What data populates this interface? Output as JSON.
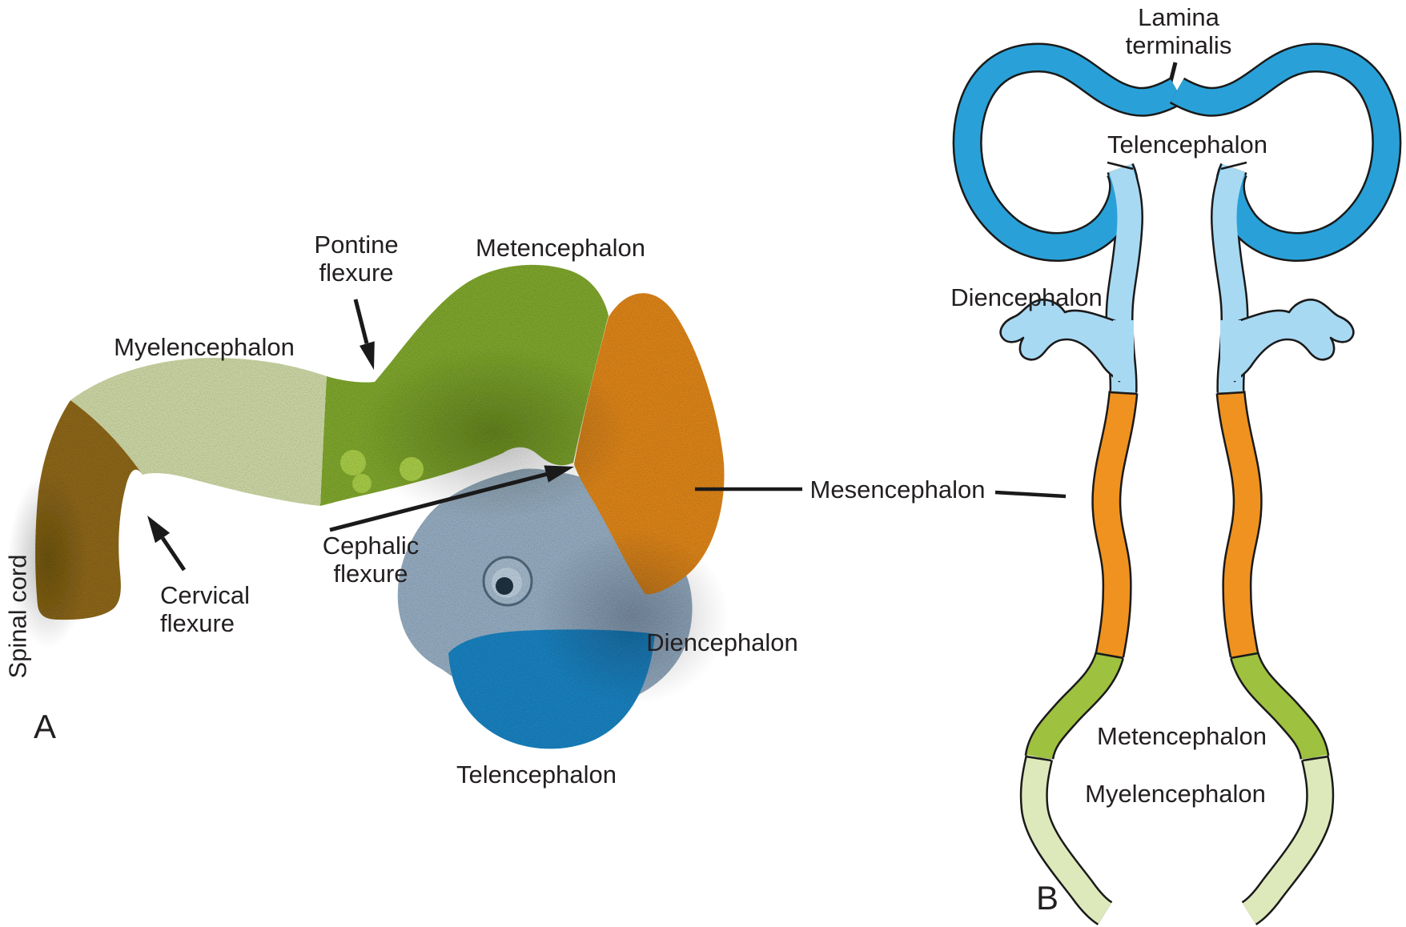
{
  "panel_a": {
    "letter": "A",
    "labels": {
      "spinal_cord": "Spinal cord",
      "myelencephalon": "Myelencephalon",
      "pontine_flexure": [
        "Pontine",
        "flexure"
      ],
      "metencephalon": "Metencephalon",
      "cervical_flexure": [
        "Cervical",
        "flexure"
      ],
      "cephalic_flexure": [
        "Cephalic",
        "flexure"
      ],
      "diencephalon": "Diencephalon",
      "telencephalon": "Telencephalon"
    }
  },
  "shared": {
    "mesencephalon": "Mesencephalon"
  },
  "panel_b": {
    "letter": "B",
    "labels": {
      "lamina_terminalis": [
        "Lamina",
        "terminalis"
      ],
      "telencephalon": "Telencephalon",
      "diencephalon": "Diencephalon",
      "metencephalon": "Metencephalon",
      "myelencephalon": "Myelencephalon"
    }
  },
  "colors": {
    "outline": "#1a1a1a",
    "text": "#231f20",
    "panel_a": {
      "spinal_cord": "#8a651d",
      "myelencephalon": "#c9d3a2",
      "metencephalon": "#7da32e",
      "mesencephalon": "#d8821d",
      "diencephalon": "#93a9bd",
      "telencephalon": "#1d7fbb",
      "surface_bumps": "#a4c747",
      "optic_cup_ring": "#9fb4c6",
      "optic_cup_center": "#22333f"
    },
    "panel_b": {
      "telencephalon": "#29a1d8",
      "diencephalon": "#a8d9f3",
      "mesencephalon": "#f0921f",
      "metencephalon": "#9ec13f",
      "myelencephalon": "#dde9ba"
    }
  }
}
